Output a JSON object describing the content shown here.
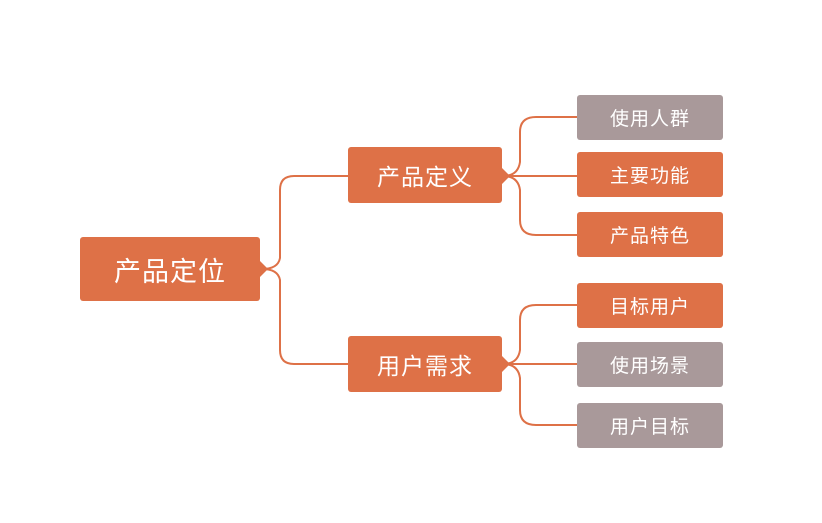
{
  "root": {
    "label": "产品定位"
  },
  "branches": [
    {
      "label": "产品定义",
      "children": [
        {
          "label": "使用人群",
          "style": "muted"
        },
        {
          "label": "主要功能",
          "style": "accent"
        },
        {
          "label": "产品特色",
          "style": "accent"
        }
      ]
    },
    {
      "label": "用户需求",
      "children": [
        {
          "label": "目标用户",
          "style": "accent"
        },
        {
          "label": "使用场景",
          "style": "muted"
        },
        {
          "label": "用户目标",
          "style": "muted"
        }
      ]
    }
  ],
  "colors": {
    "accent": "#DE7147",
    "muted": "#A9999A",
    "connector": "#DE7147",
    "background": "#FFFFFF"
  }
}
